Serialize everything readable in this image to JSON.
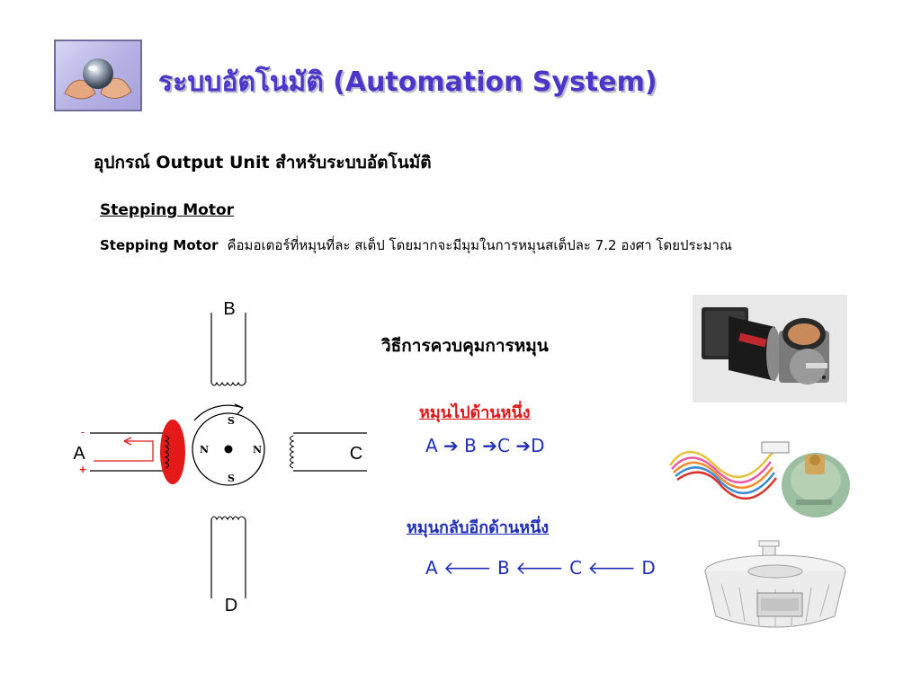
{
  "header": {
    "title": "ระบบอัตโนมัติ (Automation System)",
    "logo_icon": "hands-holding-globe-icon"
  },
  "content": {
    "subtitle": "อุปกรณ์ Output Unit สำหรับระบบอัตโนมัติ",
    "section_heading": "Stepping Motor",
    "description_term": "Stepping  Motor",
    "description_text": "คือมอเตอร์ที่หมุนที่ละ สเต็ป โดยมากจะมีมุมในการหมุนสเต็ปละ 7.2  องศา โดยประมาณ"
  },
  "diagram": {
    "labels": {
      "b": "B",
      "a": "A",
      "c": "C",
      "d": "D",
      "minus": "-",
      "plus": "+",
      "pole_n": "N",
      "pole_s": "S"
    }
  },
  "control": {
    "heading": "วิธีการควบคุมการหมุน",
    "direction_one_heading": "หมุนไปด้านหนึ่ง",
    "direction_one_sequence": "A ➔ B ➔C ➔D",
    "direction_two_heading": "หมุนกลับอีกด้านหนึ่ง",
    "direction_two_sequence": "A 🡐 B 🡐 C 🡐 D"
  },
  "colors": {
    "title": "#4b36c9",
    "forward_heading": "#e01818",
    "sequence": "#1f2fb8",
    "energized_coil": "#e41a1a"
  }
}
